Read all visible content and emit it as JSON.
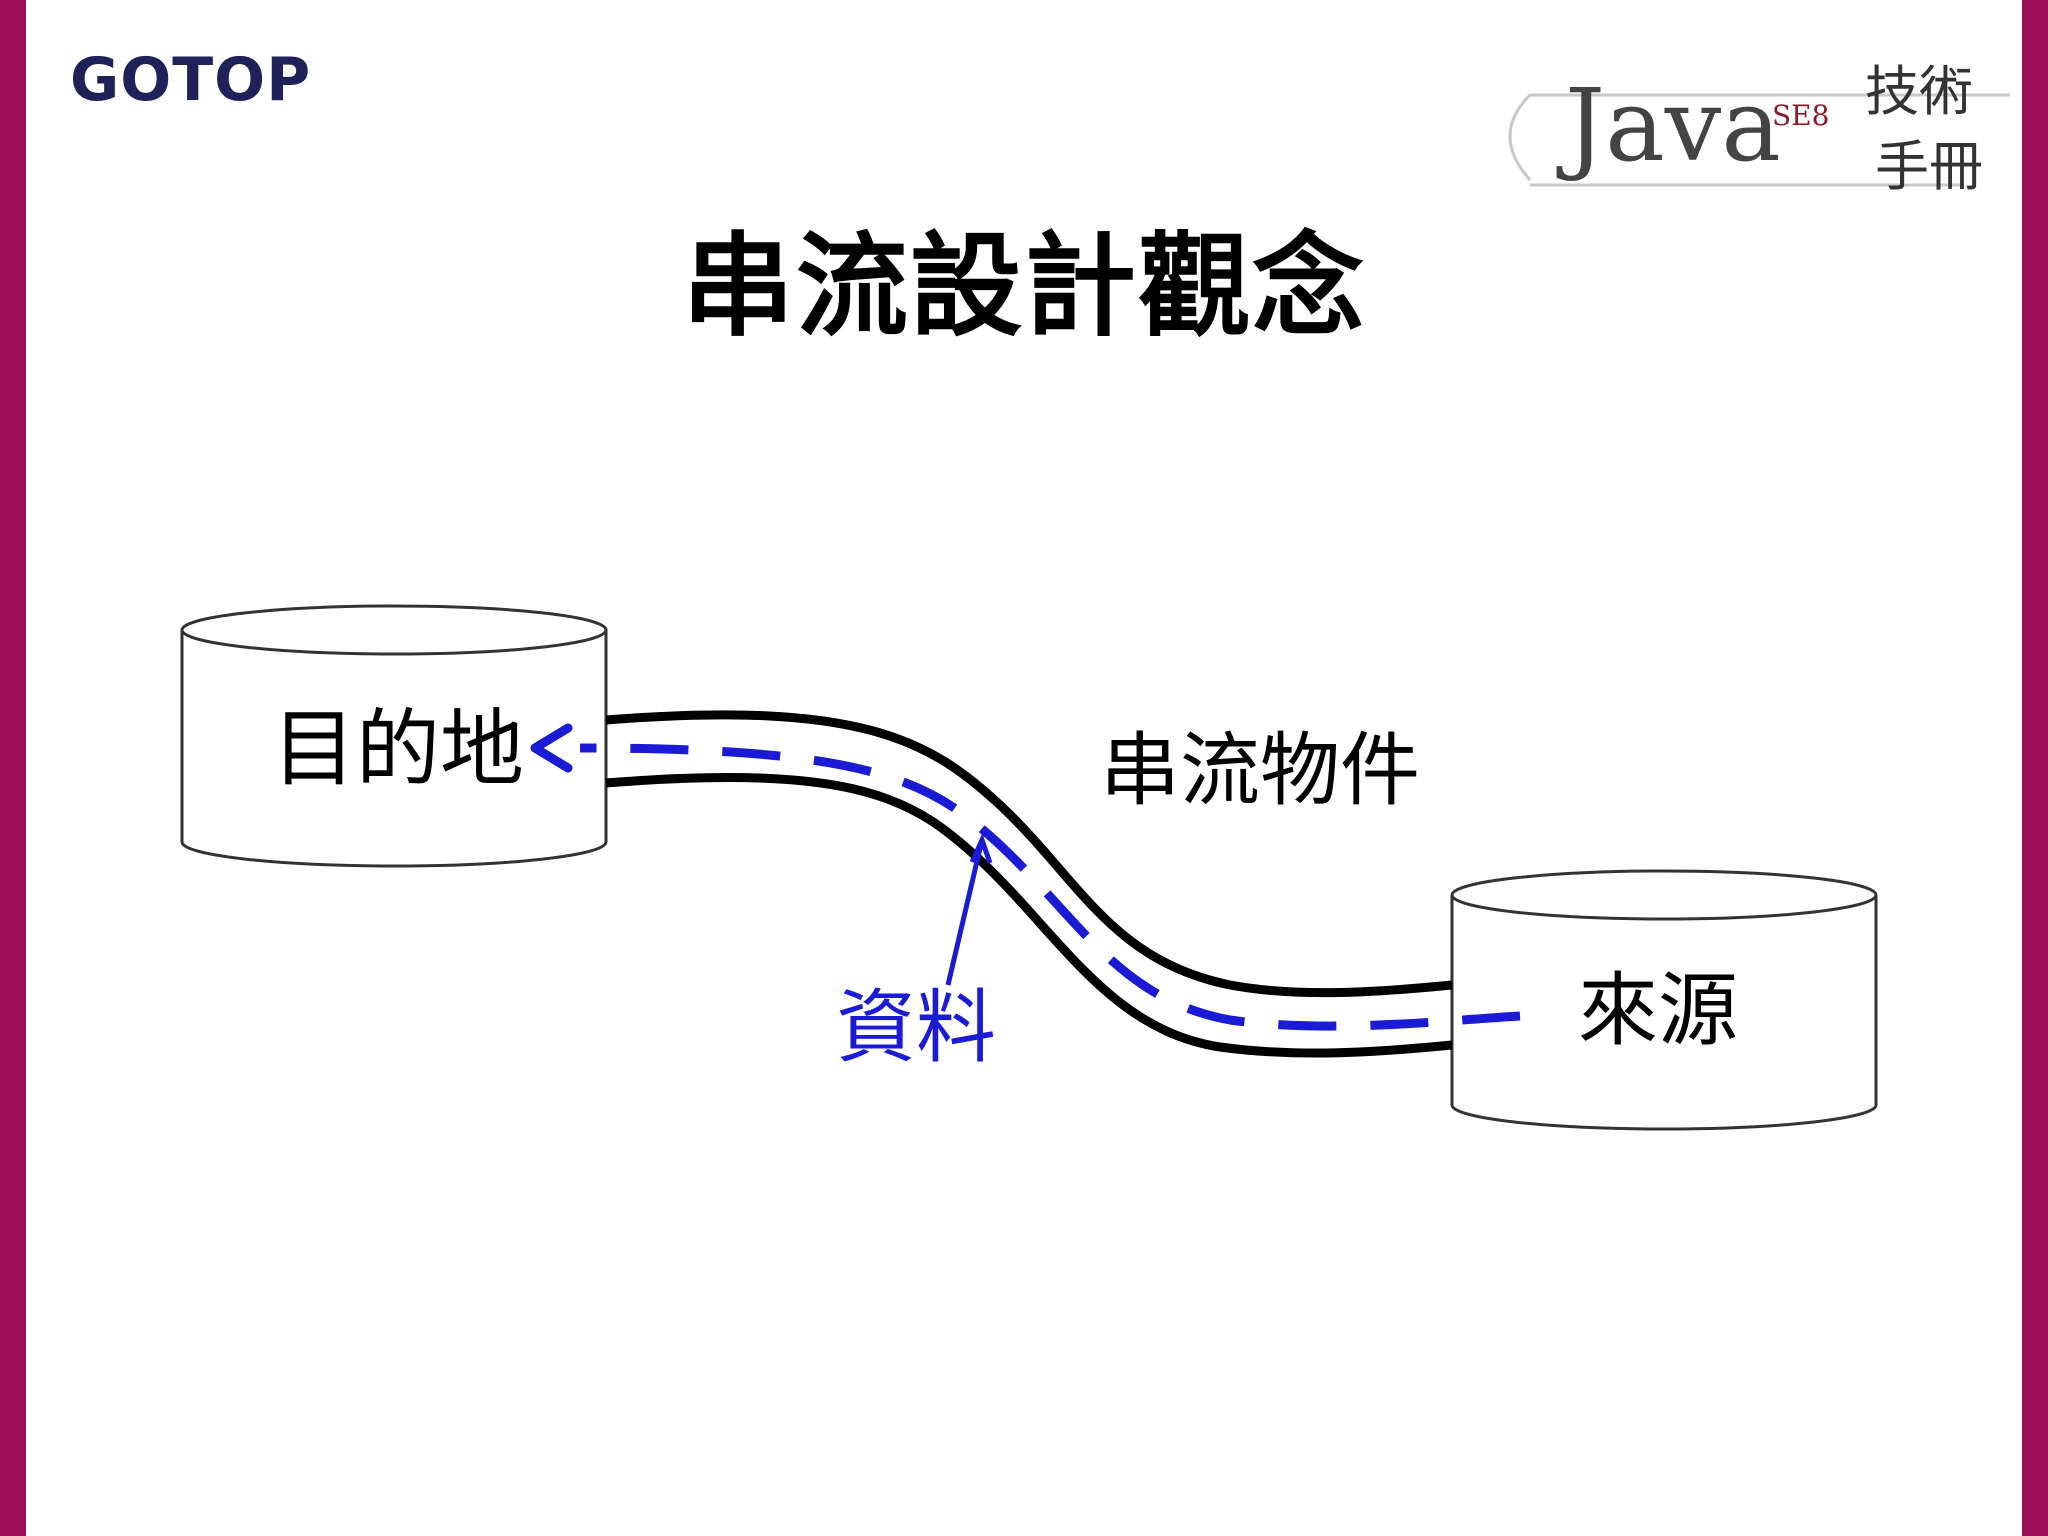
{
  "header": {
    "publisher_logo": "GOTOP",
    "book_logo": {
      "word": "Java",
      "edition": "SE8",
      "subtitle": "技術手冊"
    }
  },
  "slide": {
    "title": "串流設計觀念"
  },
  "diagram": {
    "destination_label": "目的地",
    "stream_label": "串流物件",
    "data_label": "資料",
    "source_label": "來源",
    "data_color": "#1b1bd6",
    "line_color": "#000000"
  }
}
